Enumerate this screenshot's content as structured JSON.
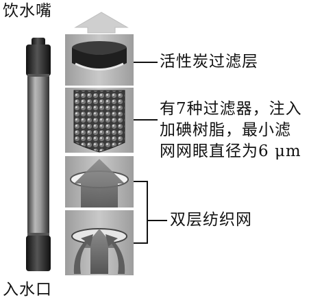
{
  "labels": {
    "top": "饮水嘴",
    "bottom": "入水口",
    "carbon": "活性炭过滤层",
    "filter_lines": [
      "有7种过滤器，注入",
      "加碘树脂，最小滤",
      "网网眼直径为6 μm"
    ],
    "mesh": "双层纺织网"
  },
  "colors": {
    "ink": "#111111",
    "tube_dark": "#2a2a2a",
    "tube_mid": "#8a8a8a",
    "panel": "#b5b5b5",
    "arrow": "#6a6a6a"
  }
}
